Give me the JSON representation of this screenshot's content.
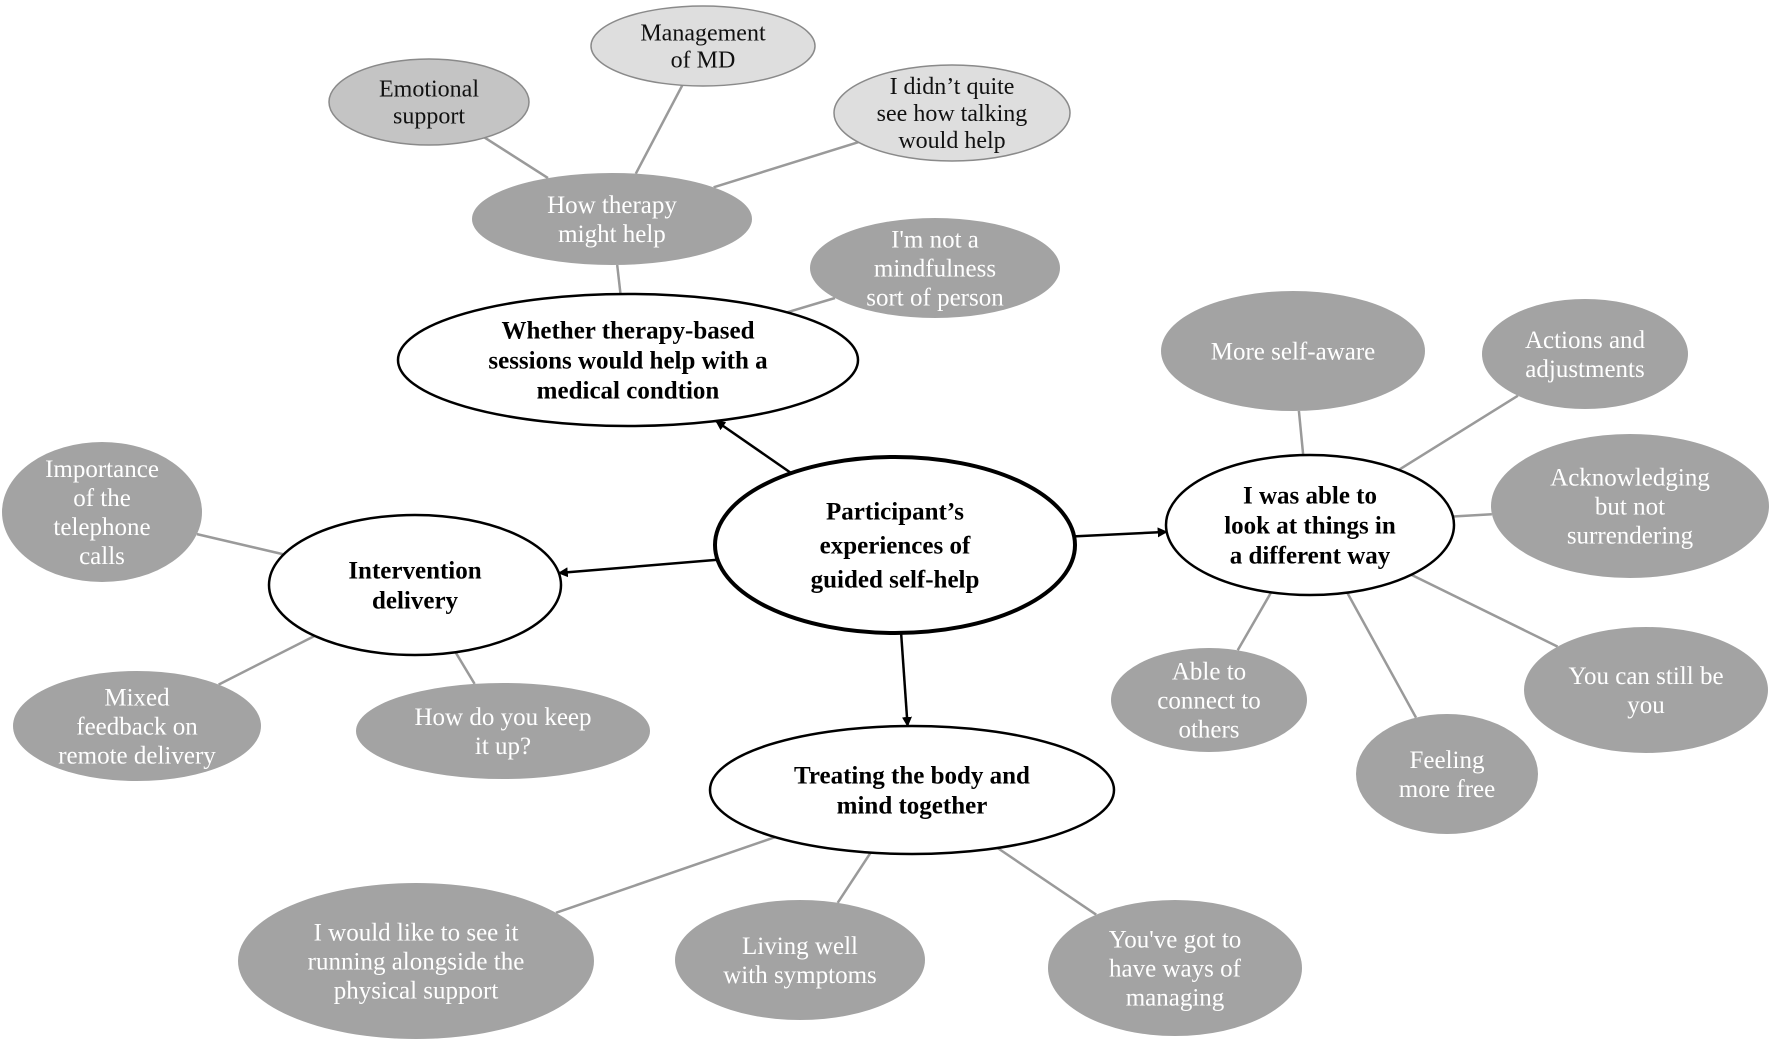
{
  "diagram": {
    "central": {
      "id": "central",
      "lines": [
        "Participant’s",
        "experiences of",
        "guided self-help"
      ]
    },
    "themes": [
      {
        "id": "therapy-help",
        "lines": [
          "Whether therapy-based",
          "sessions would help with a",
          "medical condtion"
        ]
      },
      {
        "id": "different-way",
        "lines": [
          "I was able to",
          "look at things in",
          "a different way"
        ]
      },
      {
        "id": "intervention-delivery",
        "lines": [
          "Intervention",
          "delivery"
        ]
      },
      {
        "id": "body-mind",
        "lines": [
          "Treating the body and",
          "mind together"
        ]
      }
    ],
    "subthemes": [
      {
        "id": "how-therapy",
        "lines": [
          "How therapy",
          "might help"
        ]
      },
      {
        "id": "mindfulness",
        "lines": [
          "I'm not a",
          "mindfulness",
          "sort of person"
        ]
      },
      {
        "id": "self-aware",
        "lines": [
          "More self-aware"
        ]
      },
      {
        "id": "actions",
        "lines": [
          "Actions and",
          "adjustments"
        ]
      },
      {
        "id": "acknowledging",
        "lines": [
          "Acknowledging",
          "but not",
          "surrendering"
        ]
      },
      {
        "id": "still-you",
        "lines": [
          "You can still be",
          "you"
        ]
      },
      {
        "id": "more-free",
        "lines": [
          "Feeling",
          "more free"
        ]
      },
      {
        "id": "connect",
        "lines": [
          "Able to",
          "connect to",
          "others"
        ]
      },
      {
        "id": "telephone",
        "lines": [
          "Importance",
          "of the",
          "telephone",
          "calls"
        ]
      },
      {
        "id": "mixed-feedback",
        "lines": [
          "Mixed",
          "feedback on",
          "remote delivery"
        ]
      },
      {
        "id": "keep-up",
        "lines": [
          "How do you keep",
          "it up?"
        ]
      },
      {
        "id": "alongside",
        "lines": [
          "I would like to see it",
          "running alongside the",
          "physical support"
        ]
      },
      {
        "id": "living-well",
        "lines": [
          "Living well",
          "with symptoms"
        ]
      },
      {
        "id": "ways-managing",
        "lines": [
          "You've got to",
          "have ways of",
          "managing"
        ]
      }
    ],
    "subsubthemes": [
      {
        "id": "emotional",
        "lines": [
          "Emotional",
          "support"
        ]
      },
      {
        "id": "management",
        "lines": [
          "Management",
          "of MD"
        ]
      },
      {
        "id": "talking",
        "lines": [
          "I didn’t quite",
          "see how talking",
          "would help"
        ]
      }
    ],
    "arrows": [
      [
        "central",
        "therapy-help"
      ],
      [
        "central",
        "different-way"
      ],
      [
        "central",
        "intervention-delivery"
      ],
      [
        "central",
        "body-mind"
      ]
    ],
    "links": [
      [
        "therapy-help",
        "how-therapy"
      ],
      [
        "therapy-help",
        "mindfulness"
      ],
      [
        "how-therapy",
        "emotional"
      ],
      [
        "how-therapy",
        "management"
      ],
      [
        "how-therapy",
        "talking"
      ],
      [
        "different-way",
        "self-aware"
      ],
      [
        "different-way",
        "actions"
      ],
      [
        "different-way",
        "acknowledging"
      ],
      [
        "different-way",
        "still-you"
      ],
      [
        "different-way",
        "more-free"
      ],
      [
        "different-way",
        "connect"
      ],
      [
        "intervention-delivery",
        "telephone"
      ],
      [
        "intervention-delivery",
        "mixed-feedback"
      ],
      [
        "intervention-delivery",
        "keep-up"
      ],
      [
        "body-mind",
        "alongside"
      ],
      [
        "body-mind",
        "living-well"
      ],
      [
        "body-mind",
        "ways-managing"
      ]
    ],
    "colors": {
      "subtheme_fill": "#a3a3a3",
      "subsubtheme_dark_fill": "#c4c4c4",
      "subsubtheme_light_fill": "#dedede",
      "theme_fill": "#ffffff",
      "outline": "#000000",
      "connector": "#9a9a9a",
      "subtheme_text": "#ffffff",
      "theme_text": "#000000",
      "subsubtheme_text": "#111111"
    }
  }
}
